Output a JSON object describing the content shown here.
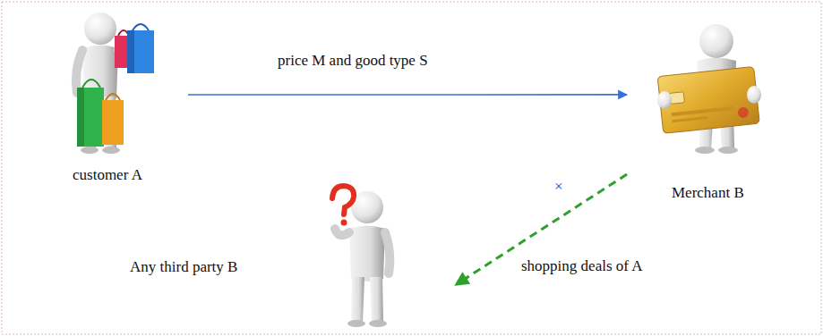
{
  "diagram": {
    "nodes": [
      {
        "text": [
          "customer A"
        ]
      },
      {
        "text": [
          "Merchant B"
        ]
      },
      {
        "text": [
          "Any third party B"
        ]
      }
    ],
    "edges": [
      {
        "from": 0,
        "to": 1,
        "arrow": "to",
        "label": "price M and good type S"
      },
      {
        "from": 1,
        "to": 2,
        "arrow": "to",
        "label": "shopping deals of A"
      }
    ],
    "labels": [
      "×"
    ]
  }
}
